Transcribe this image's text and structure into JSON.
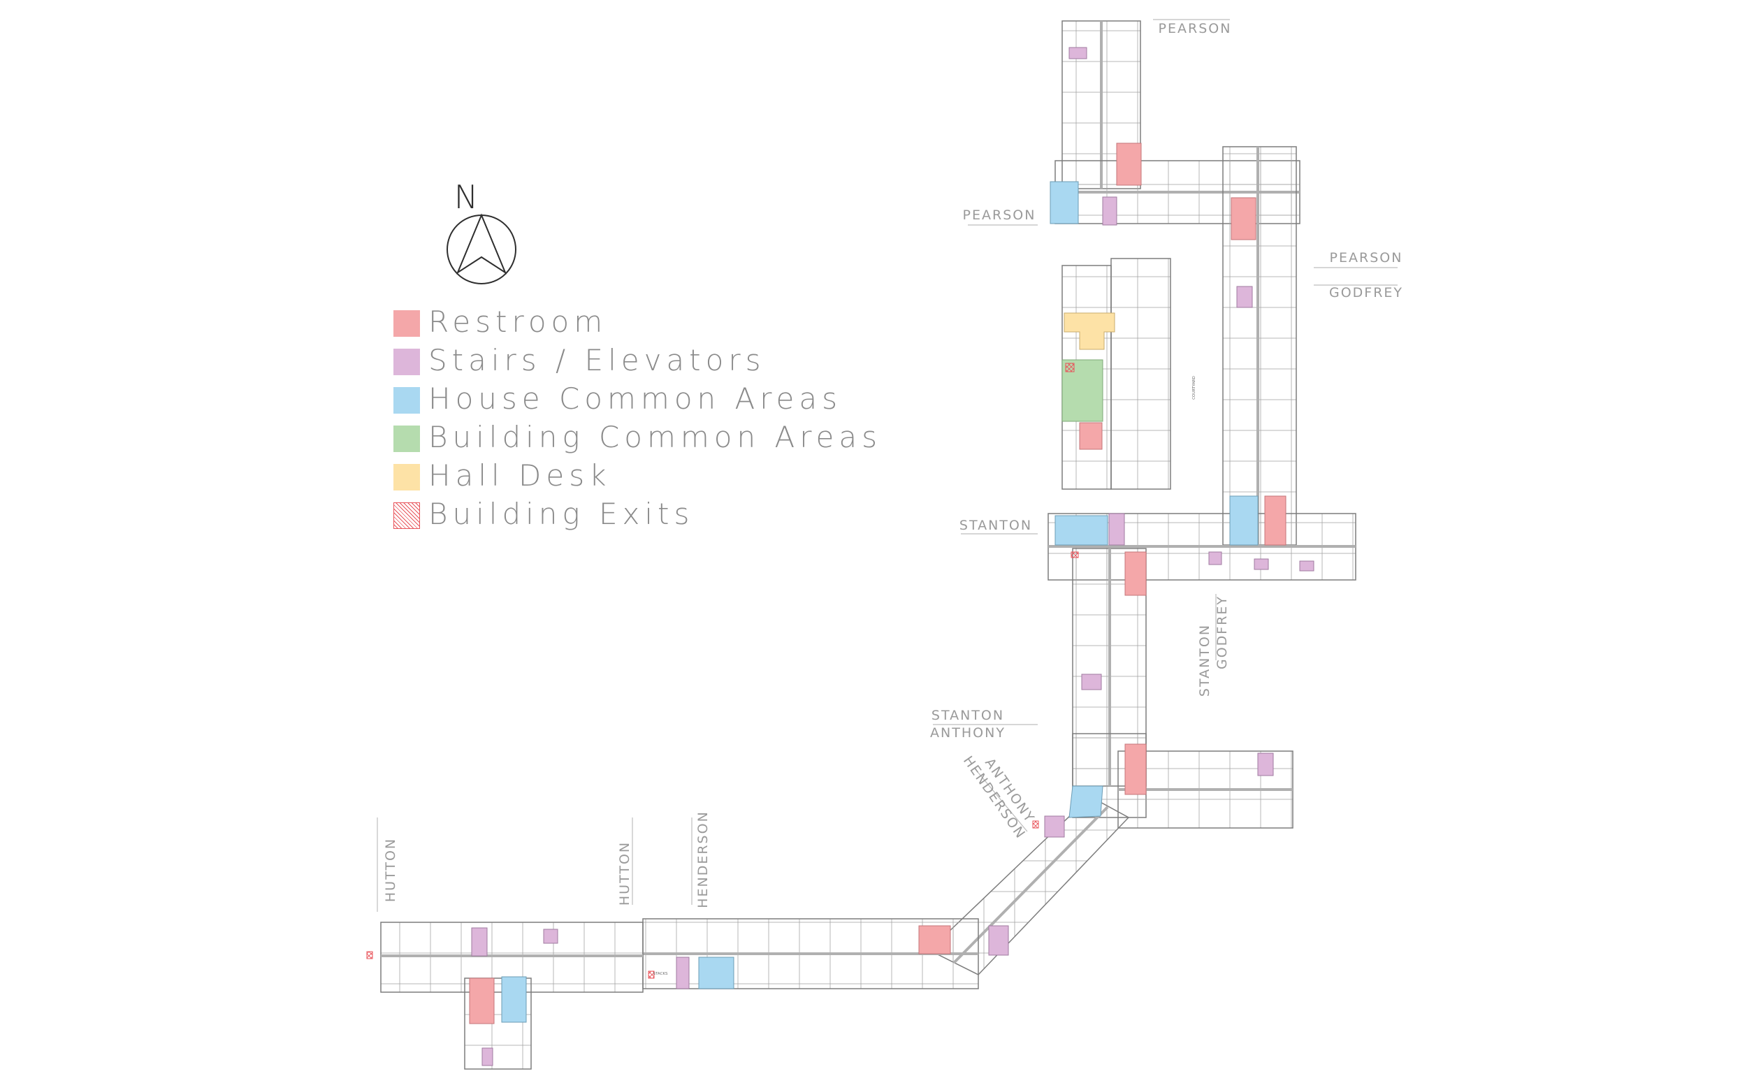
{
  "legend": [
    {
      "label": "Restroom",
      "color": "#f4a7a9",
      "pattern": false
    },
    {
      "label": "Stairs / Elevators",
      "color": "#ddb6da",
      "pattern": false
    },
    {
      "label": "House Common Areas",
      "color": "#a9d8f1",
      "pattern": false
    },
    {
      "label": "Building Common Areas",
      "color": "#b5dcae",
      "pattern": false
    },
    {
      "label": "Hall Desk",
      "color": "#fde2a6",
      "pattern": false
    },
    {
      "label": "Building Exits",
      "color": "#e8535a",
      "pattern": true
    }
  ],
  "compass": {
    "letter": "N"
  },
  "house_labels": {
    "pearson_top": "PEARSON",
    "pearson_left": "PEARSON",
    "pearson_right": "PEARSON",
    "godfrey_right": "GODFREY",
    "stanton_left": "STANTON",
    "stanton_mid": "STANTON",
    "anthony_mid": "ANTHONY",
    "stanton_vert": "STANTON",
    "godfrey_vert": "GODFREY",
    "anthony_diag": "ANTHONY",
    "henderson_diag": "HENDERSON",
    "hutton_left": "HUTTON",
    "hutton_mid": "HUTTON",
    "henderson_vert": "HENDERSON"
  },
  "room_labels": {
    "courtyard": "COURTYARD",
    "stacks": "STACKS"
  },
  "colors": {
    "line": "#8c8c8c",
    "restroom": "#f4a7a9",
    "stairs": "#ddb6da",
    "house_common": "#a9d8f1",
    "building_common": "#b5dcae",
    "hall_desk": "#fde2a6",
    "exit": "#e8535a"
  }
}
